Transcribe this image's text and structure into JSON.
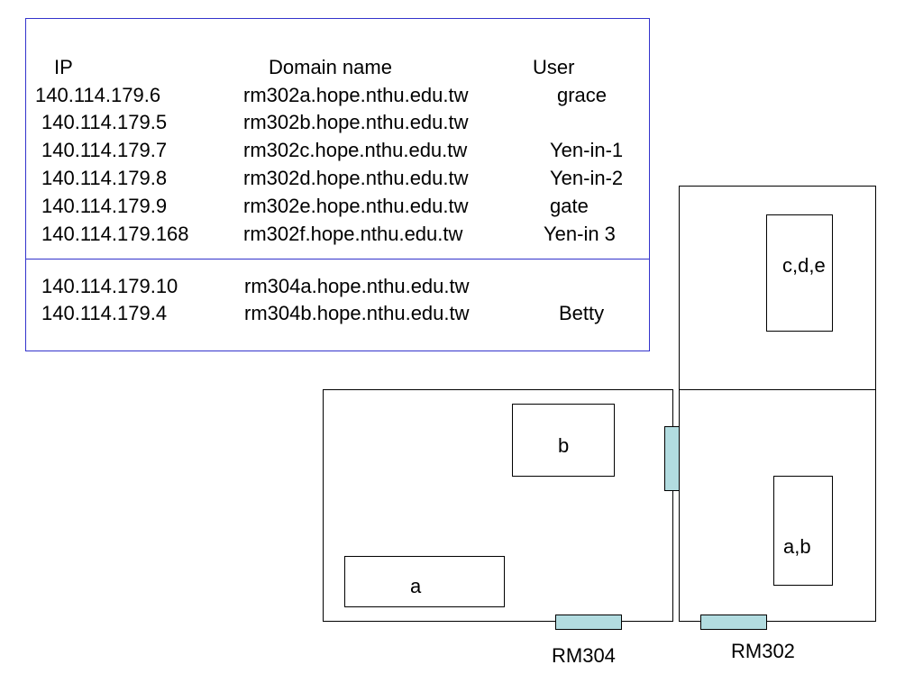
{
  "colors": {
    "table_border": "#3333cc",
    "door_fill": "#b2dce0",
    "line": "#000000"
  },
  "table": {
    "headers": {
      "ip": "IP",
      "domain": "Domain name",
      "user": "User"
    },
    "group1": [
      {
        "ip": "140.114.179.6",
        "domain": "rm302a.hope.nthu.edu.tw",
        "user": "grace"
      },
      {
        "ip": "140.114.179.5",
        "domain": "rm302b.hope.nthu.edu.tw",
        "user": ""
      },
      {
        "ip": "140.114.179.7",
        "domain": "rm302c.hope.nthu.edu.tw",
        "user": "Yen-in-1"
      },
      {
        "ip": "140.114.179.8",
        "domain": "rm302d.hope.nthu.edu.tw",
        "user": "Yen-in-2"
      },
      {
        "ip": "140.114.179.9",
        "domain": "rm302e.hope.nthu.edu.tw",
        "user": "gate"
      },
      {
        "ip": "140.114.179.168",
        "domain": "rm302f.hope.nthu.edu.tw",
        "user": "Yen-in 3"
      }
    ],
    "group2": [
      {
        "ip": "140.114.179.10",
        "domain": "rm304a.hope.nthu.edu.tw",
        "user": ""
      },
      {
        "ip": "140.114.179.4",
        "domain": "rm304b.hope.nthu.edu.tw",
        "user": "Betty"
      }
    ]
  },
  "floorplan": {
    "rm304": {
      "name": "RM304",
      "desks": {
        "b": "b",
        "a": "a"
      }
    },
    "rm302": {
      "name": "RM302",
      "desks": {
        "cde": "c,d,e",
        "ab": "a,b"
      }
    }
  }
}
